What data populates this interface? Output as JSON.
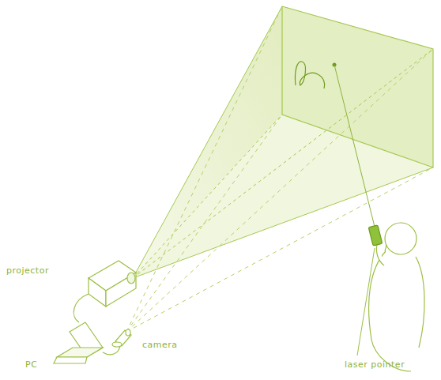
{
  "diagram": {
    "labels": [
      "projector",
      "PC",
      "camera",
      "laser pointer"
    ]
  }
}
